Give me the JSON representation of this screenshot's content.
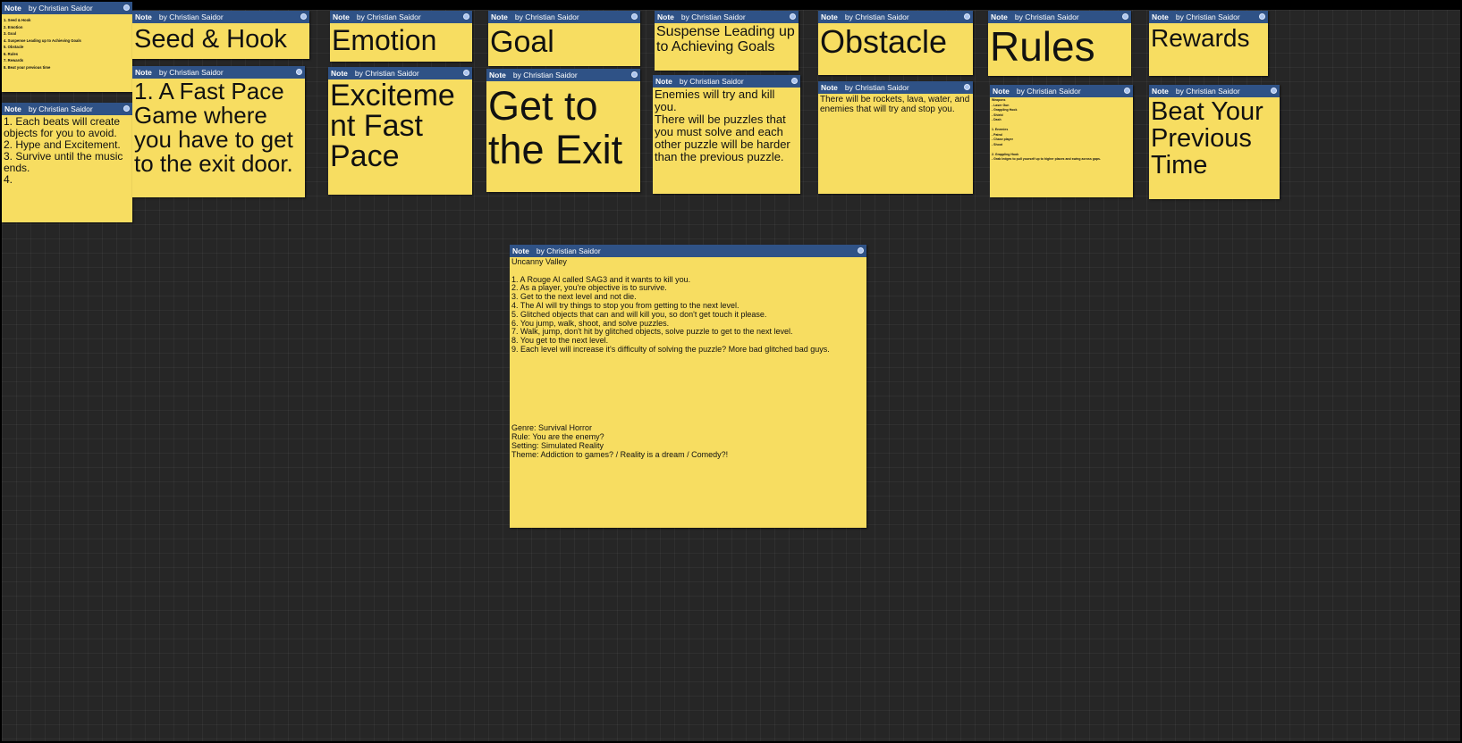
{
  "header": {
    "title": "Note",
    "author": "by Christian Saidor"
  },
  "notes": [
    {
      "id": "beats-list",
      "text": "1. Seed & Hook\n2. Emotion\n3. Goal\n4. Suspense Leading up to Achieving Goals\n5. Obstacle\n6. Rules\n7. Rewards\n8. Beat your previous time"
    },
    {
      "id": "beats-summary",
      "text": "1. Each beats will create objects for you to avoid.\n2. Hype and Excitement.\n3. Survive until the music ends.\n4."
    },
    {
      "id": "seed-hook",
      "text": "Seed & Hook"
    },
    {
      "id": "seed-hook-detail",
      "text": "1. A Fast Pace Game where you have to get to the exit door."
    },
    {
      "id": "emotion",
      "text": "Emotion"
    },
    {
      "id": "emotion-detail",
      "text": "Exciteme nt Fast Pace"
    },
    {
      "id": "goal",
      "text": "Goal"
    },
    {
      "id": "goal-detail",
      "text": "Get to the Exit"
    },
    {
      "id": "suspense",
      "text": "Suspense Leading up to Achieving Goals"
    },
    {
      "id": "suspense-detail",
      "text": "Enemies will try and kill you.\nThere will be puzzles that you must solve and each other puzzle will be harder than the previous puzzle."
    },
    {
      "id": "obstacle",
      "text": "Obstacle"
    },
    {
      "id": "obstacle-detail",
      "text": "There will be rockets, lava, water, and enemies that will try and stop you."
    },
    {
      "id": "rules",
      "text": "Rules"
    },
    {
      "id": "rules-detail",
      "text": "Weapons\n- Laser Gun\n- Grappling Hook\n- Shield\n- Dash\n\n1. Enemies\n- Patrol\n- Chase player\n- Shoot\n\n2. Grappling Hook\n- Grab ledges to pull yourself up to higher places and swing across gaps."
    },
    {
      "id": "rewards",
      "text": "Rewards"
    },
    {
      "id": "rewards-detail",
      "text": "Beat Your Previous Time"
    },
    {
      "id": "uncanny-valley",
      "text": "Uncanny Valley\n\n1. A Rouge AI called SAG3 and it wants to kill you.\n2. As a player, you're objective is to survive.\n3. Get to the next level and not die.\n4. The AI will try things to stop you from getting to the next level.\n5. Glitched objects that can and will kill you, so don't get touch it please.\n6. You jump, walk, shoot, and solve puzzles.\n7. Walk, jump, don't hit by glitched objects, solve puzzle to get to the next level.\n8. You get to the next level.\n9. Each level will increase it's difficulty of solving the puzzle? More bad glitched bad guys.\n\n\n\n\n\n\n\n\nGenre: Survival Horror\nRule: You are the enemy?\nSetting: Simulated Reality\nTheme: Addiction to games? / Reality is a dream / Comedy?!"
    }
  ]
}
